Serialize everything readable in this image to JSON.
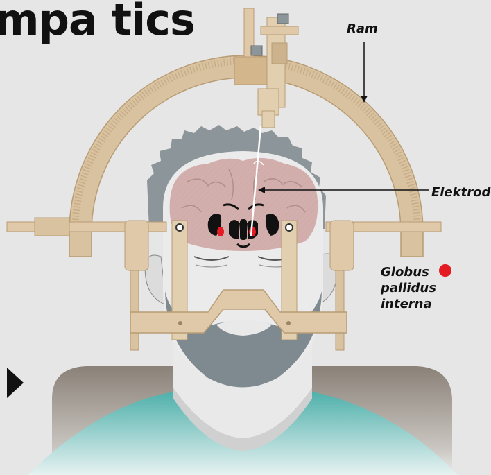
{
  "header": {
    "title": "mpa tics"
  },
  "labels": {
    "ram": "Ram",
    "elektrod": "Elektrod",
    "gpi_line1": "Globus",
    "gpi_line2": "pallidus",
    "gpi_line3": "interna"
  },
  "colors": {
    "background": "#e6e6e6",
    "frame": "#d9c2a0",
    "frame_dark": "#b89c74",
    "head": "#8c9599",
    "skin": "#e8e8e8",
    "brain": "#d2afac",
    "gpi_marker": "#e31b23",
    "chair": "#8a8178",
    "shirt": "#5bb8b3"
  },
  "icons": {
    "nav": "play-arrow-icon"
  }
}
